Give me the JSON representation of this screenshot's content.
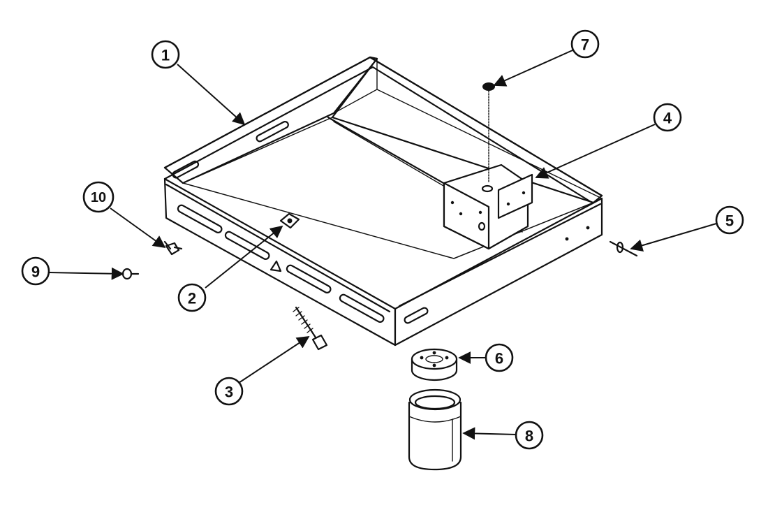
{
  "callouts": [
    {
      "id": "1",
      "label": "1"
    },
    {
      "id": "2",
      "label": "2"
    },
    {
      "id": "3",
      "label": "3"
    },
    {
      "id": "4",
      "label": "4"
    },
    {
      "id": "5",
      "label": "5"
    },
    {
      "id": "6",
      "label": "6"
    },
    {
      "id": "7",
      "label": "7"
    },
    {
      "id": "8",
      "label": "8"
    },
    {
      "id": "9",
      "label": "9"
    },
    {
      "id": "10",
      "label": "10"
    }
  ],
  "colors": {
    "ink": "#111111",
    "paper": "#ffffff"
  }
}
